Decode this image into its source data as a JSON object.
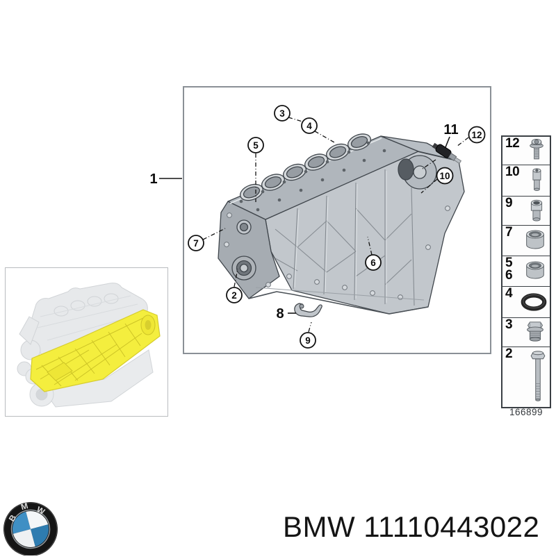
{
  "footer": {
    "title": "BMW 11110443022"
  },
  "main_diagram": {
    "drawing_number": "166899",
    "callouts": [
      {
        "label": "1",
        "style": "plain"
      },
      {
        "label": "2",
        "style": "circled"
      },
      {
        "label": "3",
        "style": "circled"
      },
      {
        "label": "4",
        "style": "circled"
      },
      {
        "label": "5",
        "style": "circled"
      },
      {
        "label": "6",
        "style": "circled"
      },
      {
        "label": "7",
        "style": "circled"
      },
      {
        "label": "8",
        "style": "plain"
      },
      {
        "label": "9",
        "style": "circled"
      },
      {
        "label": "10",
        "style": "circled"
      },
      {
        "label": "11",
        "style": "plain"
      },
      {
        "label": "12",
        "style": "circled"
      }
    ]
  },
  "parts_panel": {
    "cells": [
      {
        "labels": [
          "12"
        ],
        "icon": "flange-bolt-icon"
      },
      {
        "labels": [
          "10"
        ],
        "icon": "dowel-pin-icon"
      },
      {
        "labels": [
          "9"
        ],
        "icon": "dowel-sleeve-icon"
      },
      {
        "labels": [
          "7"
        ],
        "icon": "bushing-icon"
      },
      {
        "labels": [
          "5",
          "6"
        ],
        "icon": "bushing-icon"
      },
      {
        "labels": [
          "4"
        ],
        "icon": "o-ring-icon"
      },
      {
        "labels": [
          "3"
        ],
        "icon": "screw-plug-icon"
      },
      {
        "labels": [
          "2"
        ],
        "icon": "hex-bolt-icon"
      }
    ]
  },
  "logo": {
    "letters": [
      "B",
      "M",
      "W"
    ]
  },
  "colors": {
    "highlight_yellow": "#f4ee3e",
    "logo_blue": "#3f8fc4",
    "line_art_gray": "#c2c7cc"
  }
}
